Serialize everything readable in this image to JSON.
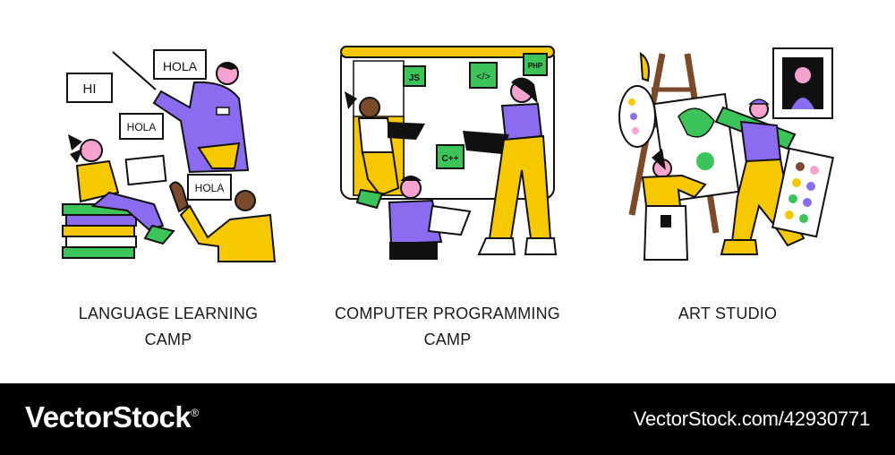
{
  "illustrations": [
    {
      "caption_line1": "LANGUAGE LEARNING",
      "caption_line2": "CAMP",
      "bubbles": [
        "HI",
        "HOLA",
        "HOLA",
        "HOLA"
      ]
    },
    {
      "caption_line1": "COMPUTER PROGRAMMING",
      "caption_line2": "CAMP",
      "tags": [
        "JS",
        "</>",
        "PHP",
        "C++"
      ]
    },
    {
      "caption_line1": "ART STUDIO",
      "caption_line2": ""
    }
  ],
  "footer": {
    "brand": "VectorStock",
    "brand_mark": "®",
    "url": "VectorStock.com/42930771"
  },
  "colors": {
    "purple": "#8b6cf0",
    "yellow": "#f5c800",
    "green": "#3cc45a",
    "pink": "#f7a3cf",
    "outline": "#111111"
  }
}
